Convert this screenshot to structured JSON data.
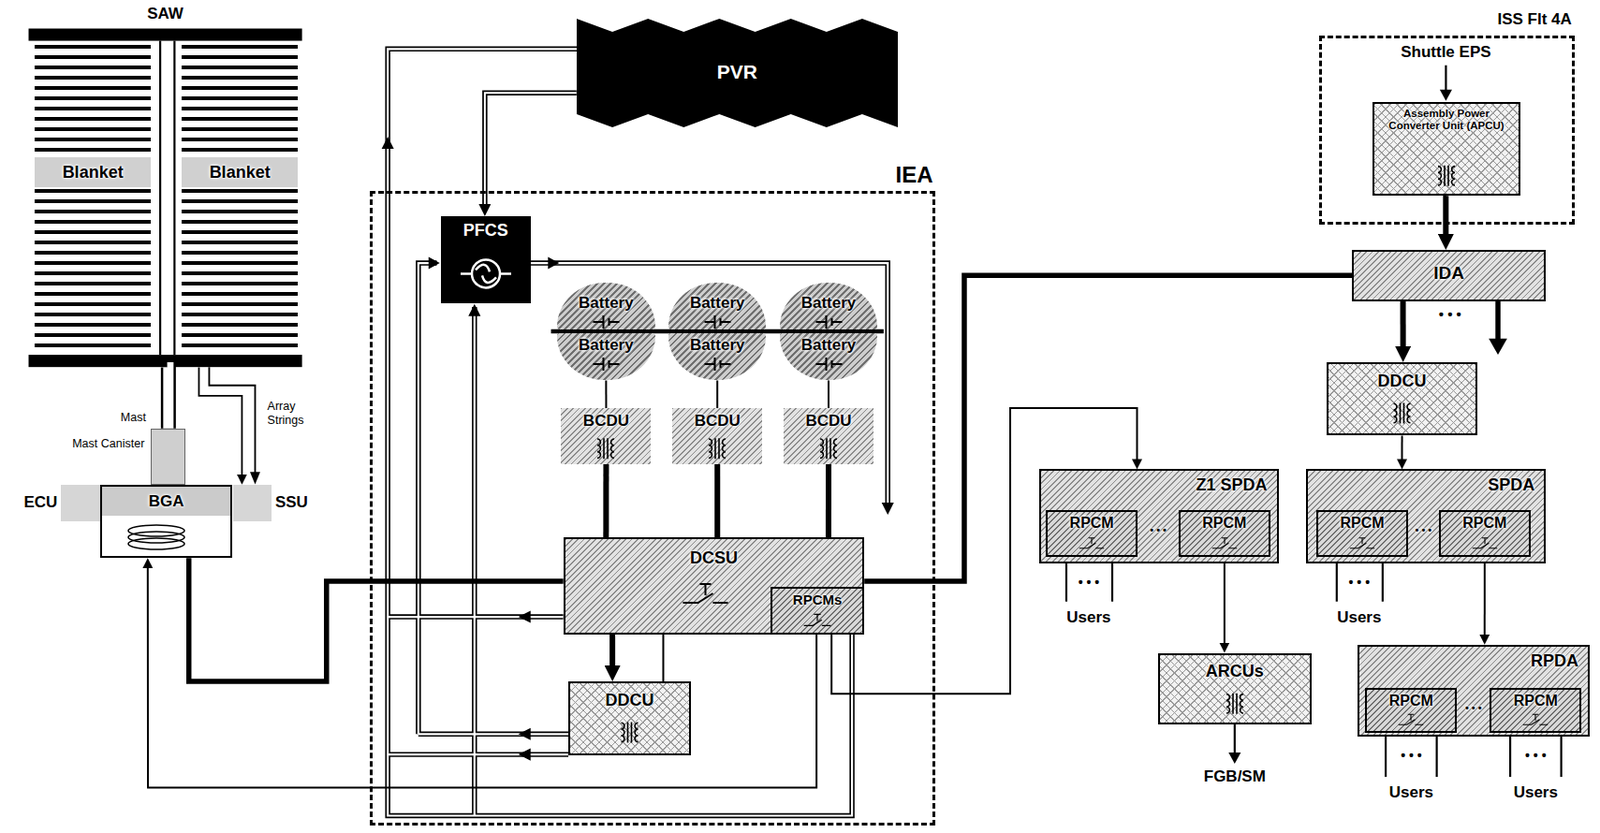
{
  "diagram": {
    "nodes": [
      {
        "text": [
          "SAW"
        ]
      },
      {
        "text": [
          "Blanket"
        ],
        "in": 0
      },
      {
        "text": [
          "Blanket"
        ],
        "in": 0
      },
      {
        "text": [
          "Mast Canister"
        ]
      },
      {
        "text": [
          "ECU"
        ]
      },
      {
        "text": [
          "BGA"
        ]
      },
      {
        "text": [
          "SSU"
        ]
      },
      {
        "text": [
          "PVR"
        ]
      },
      {
        "text": [
          "IEA"
        ]
      },
      {
        "text": [
          "PFCS"
        ],
        "in": 8
      },
      {
        "text": [
          "Battery"
        ],
        "in": 8
      },
      {
        "text": [
          "Battery"
        ],
        "in": 8
      },
      {
        "text": [
          "Battery"
        ],
        "in": 8
      },
      {
        "text": [
          "Battery"
        ],
        "in": 8
      },
      {
        "text": [
          "Battery"
        ],
        "in": 8
      },
      {
        "text": [
          "Battery"
        ],
        "in": 8
      },
      {
        "text": [
          "BCDU"
        ],
        "in": 8
      },
      {
        "text": [
          "BCDU"
        ],
        "in": 8
      },
      {
        "text": [
          "BCDU"
        ],
        "in": 8
      },
      {
        "text": [
          "DCSU"
        ],
        "in": 8
      },
      {
        "text": [
          "RPCMs"
        ],
        "in": 19
      },
      {
        "text": [
          "DDCU"
        ],
        "in": 8
      },
      {
        "text": [
          "ISS Flt 4A"
        ]
      },
      {
        "text": [
          "Assembly Power Converter Unit (APCU)"
        ],
        "in": 22
      },
      {
        "text": [
          "IDA"
        ]
      },
      {
        "text": [
          "DDCU"
        ]
      },
      {
        "text": [
          "Z1 SPDA"
        ]
      },
      {
        "text": [
          "RPCM"
        ],
        "in": 26
      },
      {
        "text": [
          "RPCM"
        ],
        "in": 26
      },
      {
        "text": [
          "SPDA"
        ]
      },
      {
        "text": [
          "RPCM"
        ],
        "in": 29
      },
      {
        "text": [
          "RPCM"
        ],
        "in": 29
      },
      {
        "text": [
          "ARCUs"
        ]
      },
      {
        "text": [
          "RPDA"
        ]
      },
      {
        "text": [
          "RPCM"
        ],
        "in": 33
      },
      {
        "text": [
          "RPCM"
        ],
        "in": 33
      }
    ],
    "edges": [
      {
        "from": 0,
        "to": 6,
        "arrow": "to"
      },
      {
        "from": 0,
        "to": 3,
        "arrow": "none"
      },
      {
        "from": 5,
        "to": 19,
        "arrow": "none"
      },
      {
        "from": 19,
        "to": 24,
        "arrow": "none"
      },
      {
        "from": 16,
        "to": 19,
        "arrow": "none"
      },
      {
        "from": 17,
        "to": 19,
        "arrow": "none"
      },
      {
        "from": 18,
        "to": 19,
        "arrow": "none"
      },
      {
        "from": 13,
        "to": 16,
        "arrow": "none"
      },
      {
        "from": 14,
        "to": 17,
        "arrow": "none"
      },
      {
        "from": 15,
        "to": 18,
        "arrow": "none"
      },
      {
        "from": 19,
        "to": 21,
        "arrow": "to"
      },
      {
        "from": 21,
        "to": 20,
        "arrow": "to"
      },
      {
        "from": 20,
        "to": 26,
        "arrow": "to"
      },
      {
        "from": 20,
        "to": 5,
        "arrow": "to"
      },
      {
        "from": 7,
        "to": 9,
        "arrow": "to"
      },
      {
        "from": 23,
        "to": 24,
        "arrow": "to"
      },
      {
        "from": 24,
        "to": 25,
        "arrow": "to"
      },
      {
        "from": 25,
        "to": 29,
        "arrow": "to"
      },
      {
        "from": 28,
        "to": 32,
        "arrow": "to"
      },
      {
        "from": 31,
        "to": 33,
        "arrow": "to"
      }
    ],
    "labels": [
      "Mast",
      "Array Strings",
      "Shuttle EPS",
      "• • •",
      "• • •",
      "• • •",
      "Users",
      "• • •",
      "• • •",
      "Users",
      "FGB/SM",
      "• • •",
      "• • •",
      "Users",
      "• • •",
      "Users"
    ]
  }
}
